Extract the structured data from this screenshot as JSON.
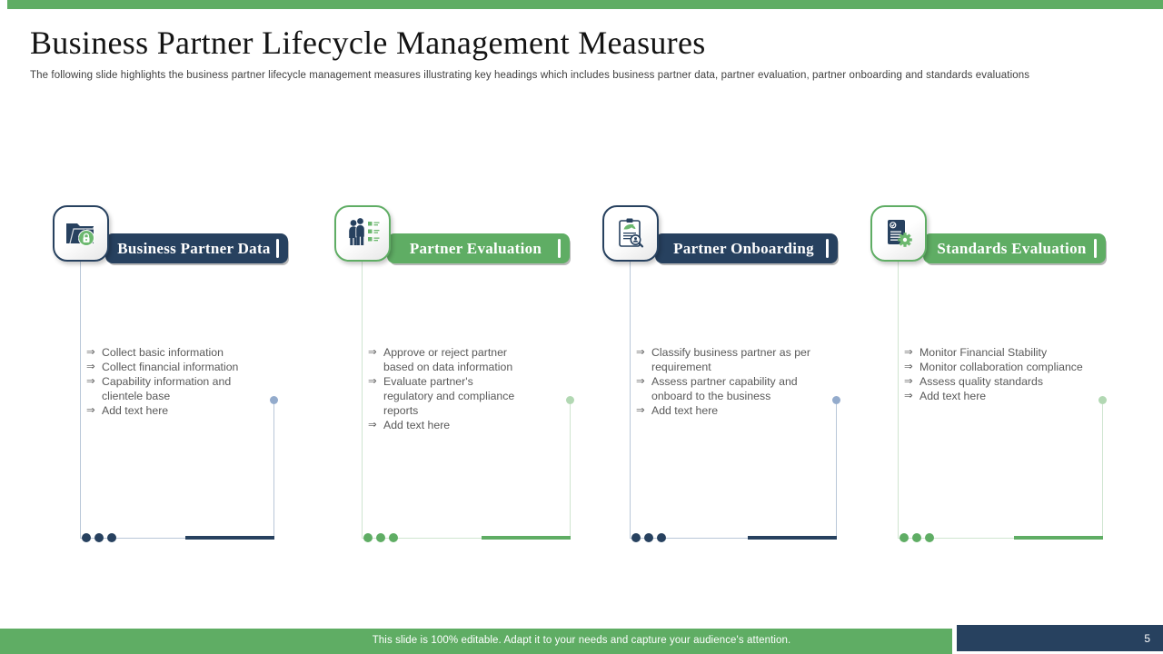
{
  "slide": {
    "title": "Business Partner Lifecycle Management Measures",
    "subtitle": "The following slide highlights the business partner lifecycle management measures illustrating key headings which includes business partner data, partner evaluation, partner onboarding and standards evaluations",
    "footer_note": "This slide is 100% editable. Adapt it to your needs and capture your audience's attention.",
    "page_number": "5"
  },
  "colors": {
    "accent_green": "#5fad64",
    "accent_navy": "#27415f",
    "body_text": "#595959",
    "light_navy_line": "#b9c7d8",
    "light_green_line": "#cfe5d0"
  },
  "columns": [
    {
      "title": "Business Partner Data",
      "icon": "folder-lock-icon",
      "theme": "navy",
      "bullets": [
        "Collect basic information",
        "Collect financial information",
        "Capability information and clientele base",
        "Add text here"
      ]
    },
    {
      "title": "Partner Evaluation",
      "icon": "people-checklist-icon",
      "theme": "green",
      "bullets": [
        "Approve or reject partner based on data information",
        "Evaluate partner's regulatory and compliance reports",
        "Add text here"
      ]
    },
    {
      "title": "Partner Onboarding",
      "icon": "clipboard-search-icon",
      "theme": "navy",
      "bullets": [
        "Classify business partner as per requirement",
        "Assess partner capability and onboard to the business",
        "Add text here"
      ]
    },
    {
      "title": "Standards Evaluation",
      "icon": "document-gear-icon",
      "theme": "green",
      "bullets": [
        "Monitor Financial Stability",
        "Monitor collaboration compliance",
        "Assess quality standards",
        "Add text here"
      ]
    }
  ]
}
